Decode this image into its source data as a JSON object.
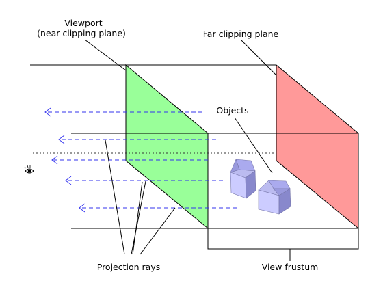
{
  "labels": {
    "viewport_line1": "Viewport",
    "viewport_line2": "(near clipping plane)",
    "far_plane": "Far clipping plane",
    "objects": "Objects",
    "projection_rays": "Projection rays",
    "view_frustum": "View frustum"
  },
  "colors": {
    "near_plane": "#99ff99",
    "far_plane": "#ff9999",
    "rays": "#3333ee",
    "cube_light": "#ccccff",
    "cube_mid": "#aaaaee",
    "cube_dark": "#8888cc"
  },
  "icons": {
    "eye": "eye-icon"
  }
}
